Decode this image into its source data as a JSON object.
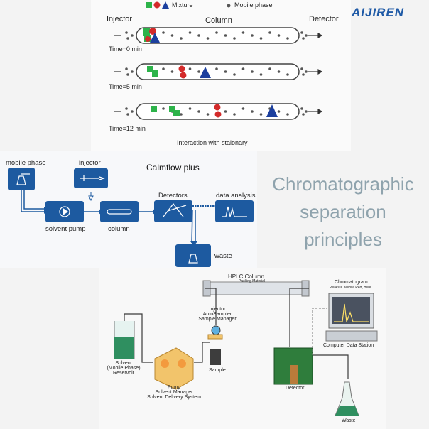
{
  "brand": {
    "logo_text": "AIJIREN",
    "color": "#1f5aa6"
  },
  "heading": {
    "line1": "Chromatographic",
    "line2": "separation",
    "line3": "principles",
    "color": "#8fa3ad"
  },
  "column_diagram": {
    "legend": {
      "mixture": "Mixture",
      "mobile_phase": "Mobile phase"
    },
    "labels": {
      "injector": "Injector",
      "column": "Column",
      "detector": "Detector"
    },
    "times": [
      "Time=0 min",
      "Time=5 min",
      "Time=12 min"
    ],
    "caption": "Interaction with staionary",
    "colors": {
      "green": "#2db34a",
      "red": "#d32a2a",
      "blue": "#1c3f9e"
    }
  },
  "calmflow": {
    "title": "Calmflow plus",
    "title_suffix": "...",
    "boxes": {
      "mobile_phase": "mobile phase",
      "injector": "injector",
      "solvent_pump": "solvent pump",
      "column": "column",
      "detectors": "Detectors",
      "data_analysis": "data analysis",
      "waste": "waste"
    },
    "box_color": "#1d5aa0"
  },
  "hplc": {
    "column_title": "HPLC Column",
    "column_sub": "Packing Material",
    "chromatogram": "Chromatogram",
    "chromatogram_sub": "Peaks = Yellow, Red, Blue",
    "computer": "Computer Data Station",
    "injector_lines": [
      "Injector",
      "AutoSampler",
      "Sample Manager"
    ],
    "sample": "Sample",
    "solvent_lines": [
      "Solvent",
      "(Mobile Phase)",
      "Reservoir"
    ],
    "pump_lines": [
      "Pump",
      "Solvent Manager",
      "Solvent Delivery System"
    ],
    "detector": "Detector",
    "waste": "Waste"
  }
}
